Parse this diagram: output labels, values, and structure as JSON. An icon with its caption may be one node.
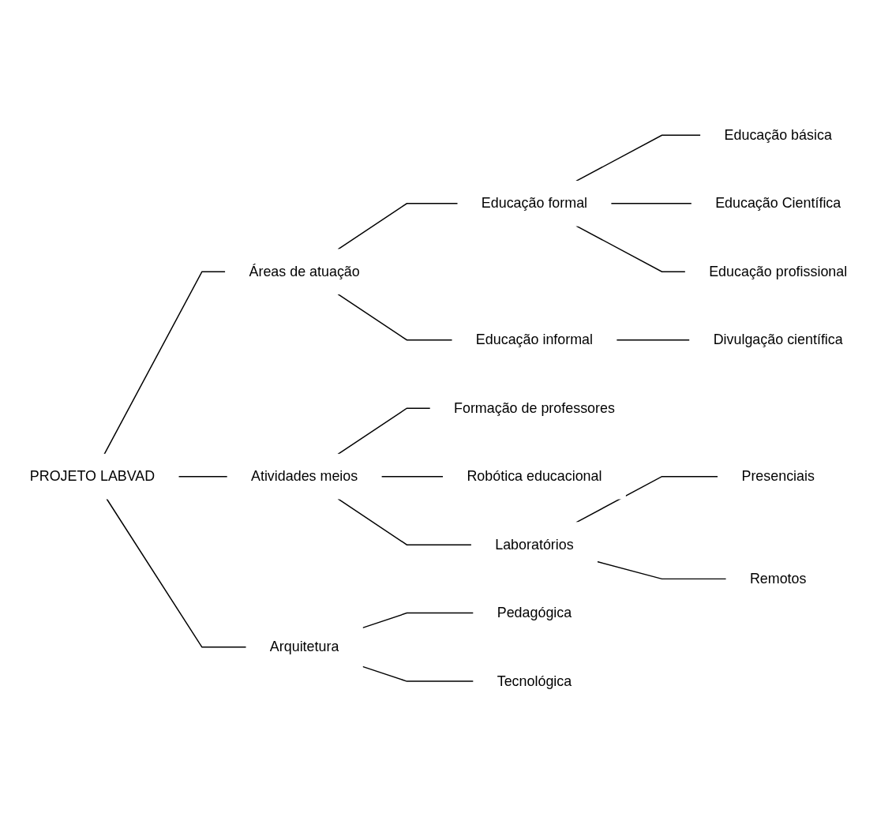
{
  "diagram": {
    "nodes": [
      {
        "text": [
          "PROJETO LABVAD"
        ]
      },
      {
        "text": [
          "Áreas de atuação"
        ]
      },
      {
        "text": [
          "Educação formal"
        ]
      },
      {
        "text": [
          "Educação básica"
        ]
      },
      {
        "text": [
          "Educação Científica"
        ]
      },
      {
        "text": [
          "Educação profissional"
        ]
      },
      {
        "text": [
          "Educação informal"
        ]
      },
      {
        "text": [
          "Divulgação científica"
        ]
      },
      {
        "text": [
          "Atividades meios"
        ]
      },
      {
        "text": [
          "Formação de professores"
        ]
      },
      {
        "text": [
          "Robótica educacional"
        ]
      },
      {
        "text": [
          "Laboratórios"
        ]
      },
      {
        "text": [
          "Presenciais"
        ]
      },
      {
        "text": [
          "Remotos"
        ]
      },
      {
        "text": [
          "Arquitetura"
        ]
      },
      {
        "text": [
          "Pedagógica"
        ]
      },
      {
        "text": [
          "Tecnológica"
        ]
      }
    ],
    "edges": [
      {
        "from": 0,
        "to": 1,
        "arrow": "none"
      },
      {
        "from": 1,
        "to": 2,
        "arrow": "none"
      },
      {
        "from": 2,
        "to": 3,
        "arrow": "none"
      },
      {
        "from": 2,
        "to": 4,
        "arrow": "none"
      },
      {
        "from": 2,
        "to": 5,
        "arrow": "none"
      },
      {
        "from": 1,
        "to": 6,
        "arrow": "none"
      },
      {
        "from": 6,
        "to": 7,
        "arrow": "none"
      },
      {
        "from": 0,
        "to": 8,
        "arrow": "none"
      },
      {
        "from": 8,
        "to": 9,
        "arrow": "none"
      },
      {
        "from": 8,
        "to": 10,
        "arrow": "none"
      },
      {
        "from": 8,
        "to": 11,
        "arrow": "none"
      },
      {
        "from": 11,
        "to": 12,
        "arrow": "none"
      },
      {
        "from": 11,
        "to": 13,
        "arrow": "none"
      },
      {
        "from": 0,
        "to": 14,
        "arrow": "none"
      },
      {
        "from": 14,
        "to": 15,
        "arrow": "none"
      },
      {
        "from": 14,
        "to": 16,
        "arrow": "none"
      }
    ]
  }
}
